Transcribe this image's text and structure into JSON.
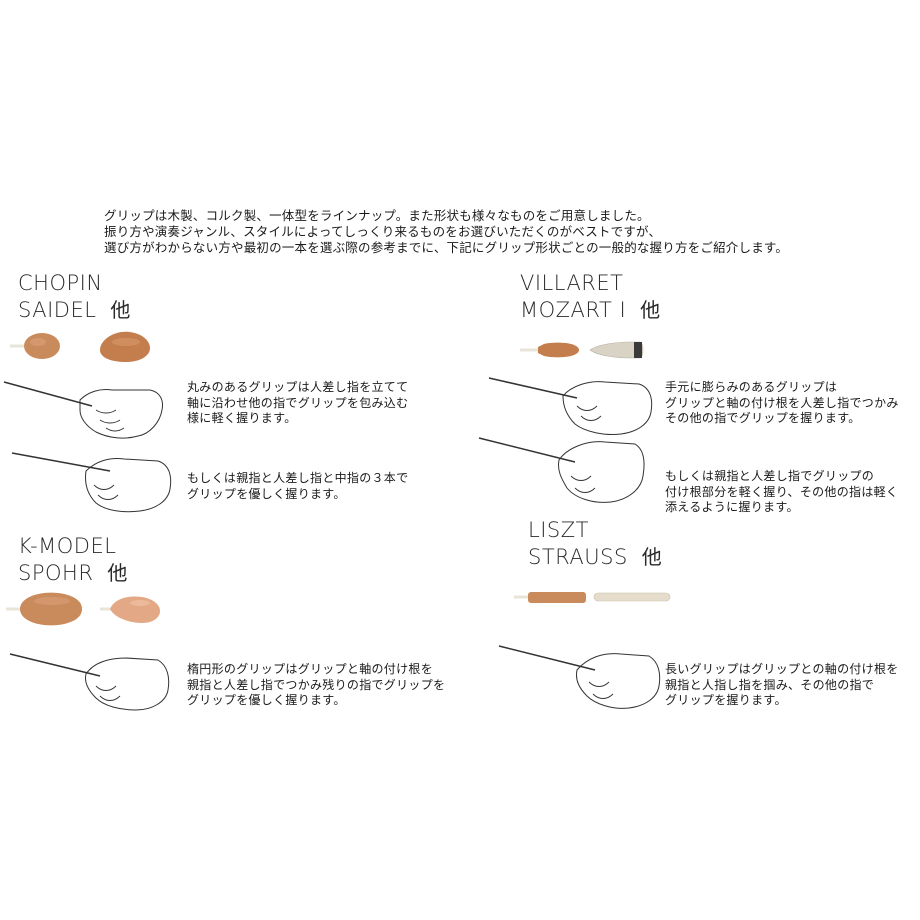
{
  "intro": [
    "グリップは木製、コルク製、一体型をラインナップ。また形状も様々なものをご用意しました。",
    "振り方や演奏ジャンル、スタイルによってしっくり来るものをお選びいただくのがベストですが、",
    "選び方がわからない方や最初の一本を選ぶ際の参考までに、下記にグリップ形状ごとの一般的な握り方をご紹介します。"
  ],
  "sections": [
    {
      "models": [
        "CHOPIN",
        "SAIDEL"
      ],
      "other_label": "他",
      "descriptions": [
        [
          "丸みのあるグリップは人差し指を立てて",
          "軸に沿わせ他の指でグリップを包み込む",
          "様に軽く握ります。"
        ],
        [
          "もしくは親指と人差し指と中指の３本で",
          "グリップを優しく握ります。"
        ]
      ]
    },
    {
      "models": [
        "VILLARET",
        "MOZART I"
      ],
      "other_label": "他",
      "descriptions": [
        [
          "手元に膨らみのあるグリップは",
          "グリップと軸の付け根を人差し指でつかみ",
          "その他の指でグリップを握ります。"
        ],
        [
          "もしくは親指と人差し指でグリップの",
          "付け根部分を軽く握り、その他の指は軽く",
          "添えるように握ります。"
        ]
      ]
    },
    {
      "models": [
        "K-MODEL",
        "SPOHR"
      ],
      "other_label": "他",
      "descriptions": [
        [
          "楕円形のグリップはグリップと軸の付け根を",
          "親指と人差し指でつかみ残りの指でグリップを",
          "グリップを優しく握ります。"
        ]
      ]
    },
    {
      "models": [
        "LISZT",
        "STRAUSS"
      ],
      "other_label": "他",
      "descriptions": [
        [
          "長いグリップはグリップとの軸の付け根を",
          "親指と人指し指を掴み、その他の指で",
          "グリップを握ります。"
        ]
      ]
    }
  ],
  "colors": {
    "cork": "#c98a5c",
    "cork_light": "#e3a886",
    "wood_dark": "#6b4a36",
    "ivory": "#d8d3c4",
    "line": "#333333"
  }
}
